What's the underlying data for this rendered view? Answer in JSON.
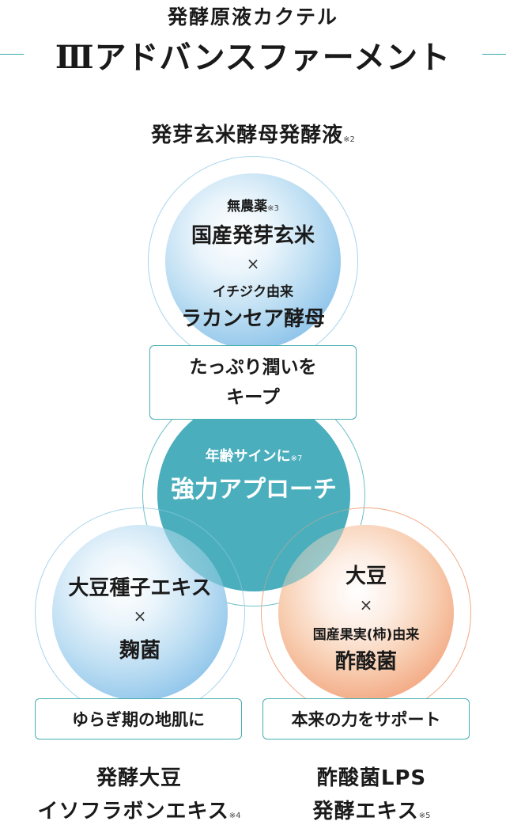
{
  "header": {
    "subtitle": "発酵原液カクテル",
    "title": "ⅢアドバンスファーメントT"
  },
  "top_ingredient": {
    "name": "発芽玄米酵母発酵液",
    "note": "※2"
  },
  "top_circle": {
    "line1": "無農薬",
    "line1_note": "※3",
    "line2": "国産発芽玄米",
    "times": "×",
    "line3": "イチジク由来",
    "line4": "ラカンセア酵母"
  },
  "top_box": {
    "line1": "たっぷり潤いを",
    "line2": "キープ"
  },
  "center_circle": {
    "line1": "年齢サインに",
    "line1_note": "※7",
    "line2": "強力アプローチ"
  },
  "left_circle": {
    "line1": "大豆種子エキス",
    "times": "×",
    "line2": "麹菌"
  },
  "right_circle": {
    "line1": "大豆",
    "times": "×",
    "line2": "国産果実(柿)由来",
    "line3": "酢酸菌"
  },
  "left_box": {
    "text": "ゆらぎ期の地肌に"
  },
  "right_box": {
    "text": "本来の力をサポート"
  },
  "left_ingredient": {
    "line1": "発酵大豆",
    "line2": "イソフラボンエキス",
    "note": "※4"
  },
  "right_ingredient": {
    "line1": "酢酸菌LPS",
    "line2": "発酵エキス",
    "note": "※5"
  },
  "colors": {
    "accent_teal": "#3aa6ab",
    "blue_ring": "#8fc6e6",
    "orange_ring": "#f0a27a",
    "center_fill": "#4aaebd"
  }
}
